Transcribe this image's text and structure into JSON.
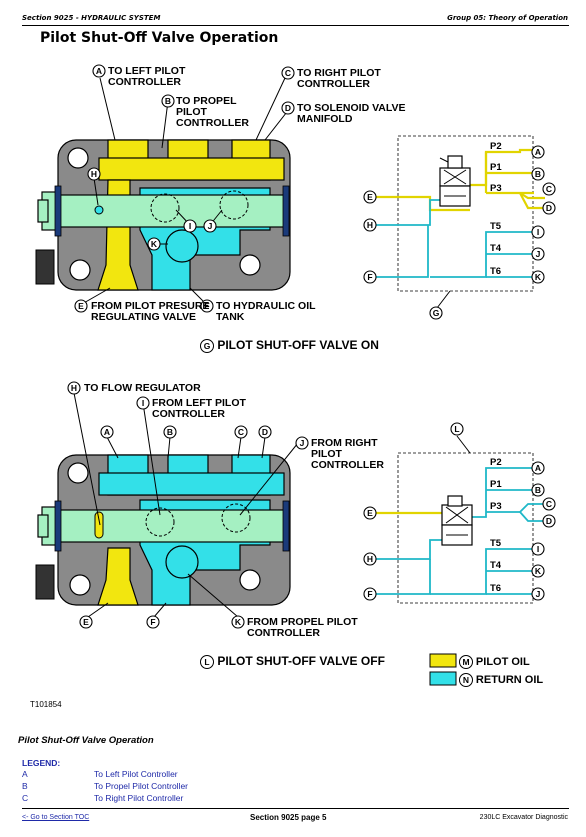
{
  "header": {
    "left": "Section 9025 - HYDRAULIC SYSTEM",
    "right": "Group 05: Theory of Operation"
  },
  "title": "Pilot Shut-Off Valve Operation",
  "top": {
    "A": "TO LEFT PILOT CONTROLLER",
    "B": "TO PROPEL PILOT CONTROLLER",
    "C": "TO RIGHT PILOT CONTROLLER",
    "D": "TO SOLENOID VALVE MANIFOLD",
    "E": "FROM PILOT PRESURE REGULATING VALVE",
    "F": "TO HYDRAULIC OIL TANK",
    "G": "PILOT SHUT-OFF VALVE ON"
  },
  "bottom": {
    "H": "TO FLOW REGULATOR",
    "I": "FROM LEFT PILOT CONTROLLER",
    "J": "FROM RIGHT PILOT CONTROLLER",
    "K": "FROM PROPEL PILOT CONTROLLER",
    "L": "PILOT SHUT-OFF VALVE OFF",
    "M": "PILOT OIL",
    "N": "RETURN OIL"
  },
  "ports": {
    "P2": "P2",
    "P1": "P1",
    "P3": "P3",
    "T5": "T5",
    "T4": "T4",
    "T6": "T6"
  },
  "letters": {
    "A": "A",
    "B": "B",
    "C": "C",
    "D": "D",
    "E": "E",
    "F": "F",
    "G": "G",
    "H": "H",
    "I": "I",
    "J": "J",
    "K": "K",
    "L": "L",
    "M": "M",
    "N": "N"
  },
  "colors": {
    "pilot_oil": "#f2e60f",
    "return_oil": "#33e0e8",
    "body": "#8a8a8a",
    "spool": "#a5f0c2"
  },
  "figure_id": "T101854",
  "section_caption": "Pilot Shut-Off Valve Operation",
  "legend": {
    "title": "LEGEND:",
    "rows": [
      {
        "key": "A",
        "value": "To Left Pilot Controller"
      },
      {
        "key": "B",
        "value": "To Propel Pilot Controller"
      },
      {
        "key": "C",
        "value": "To Right Pilot Controller"
      }
    ]
  },
  "footer": {
    "link": "<- Go to Section TOC",
    "page": "Section 9025 page 5",
    "right": "230LC Excavator Diagnostic"
  }
}
